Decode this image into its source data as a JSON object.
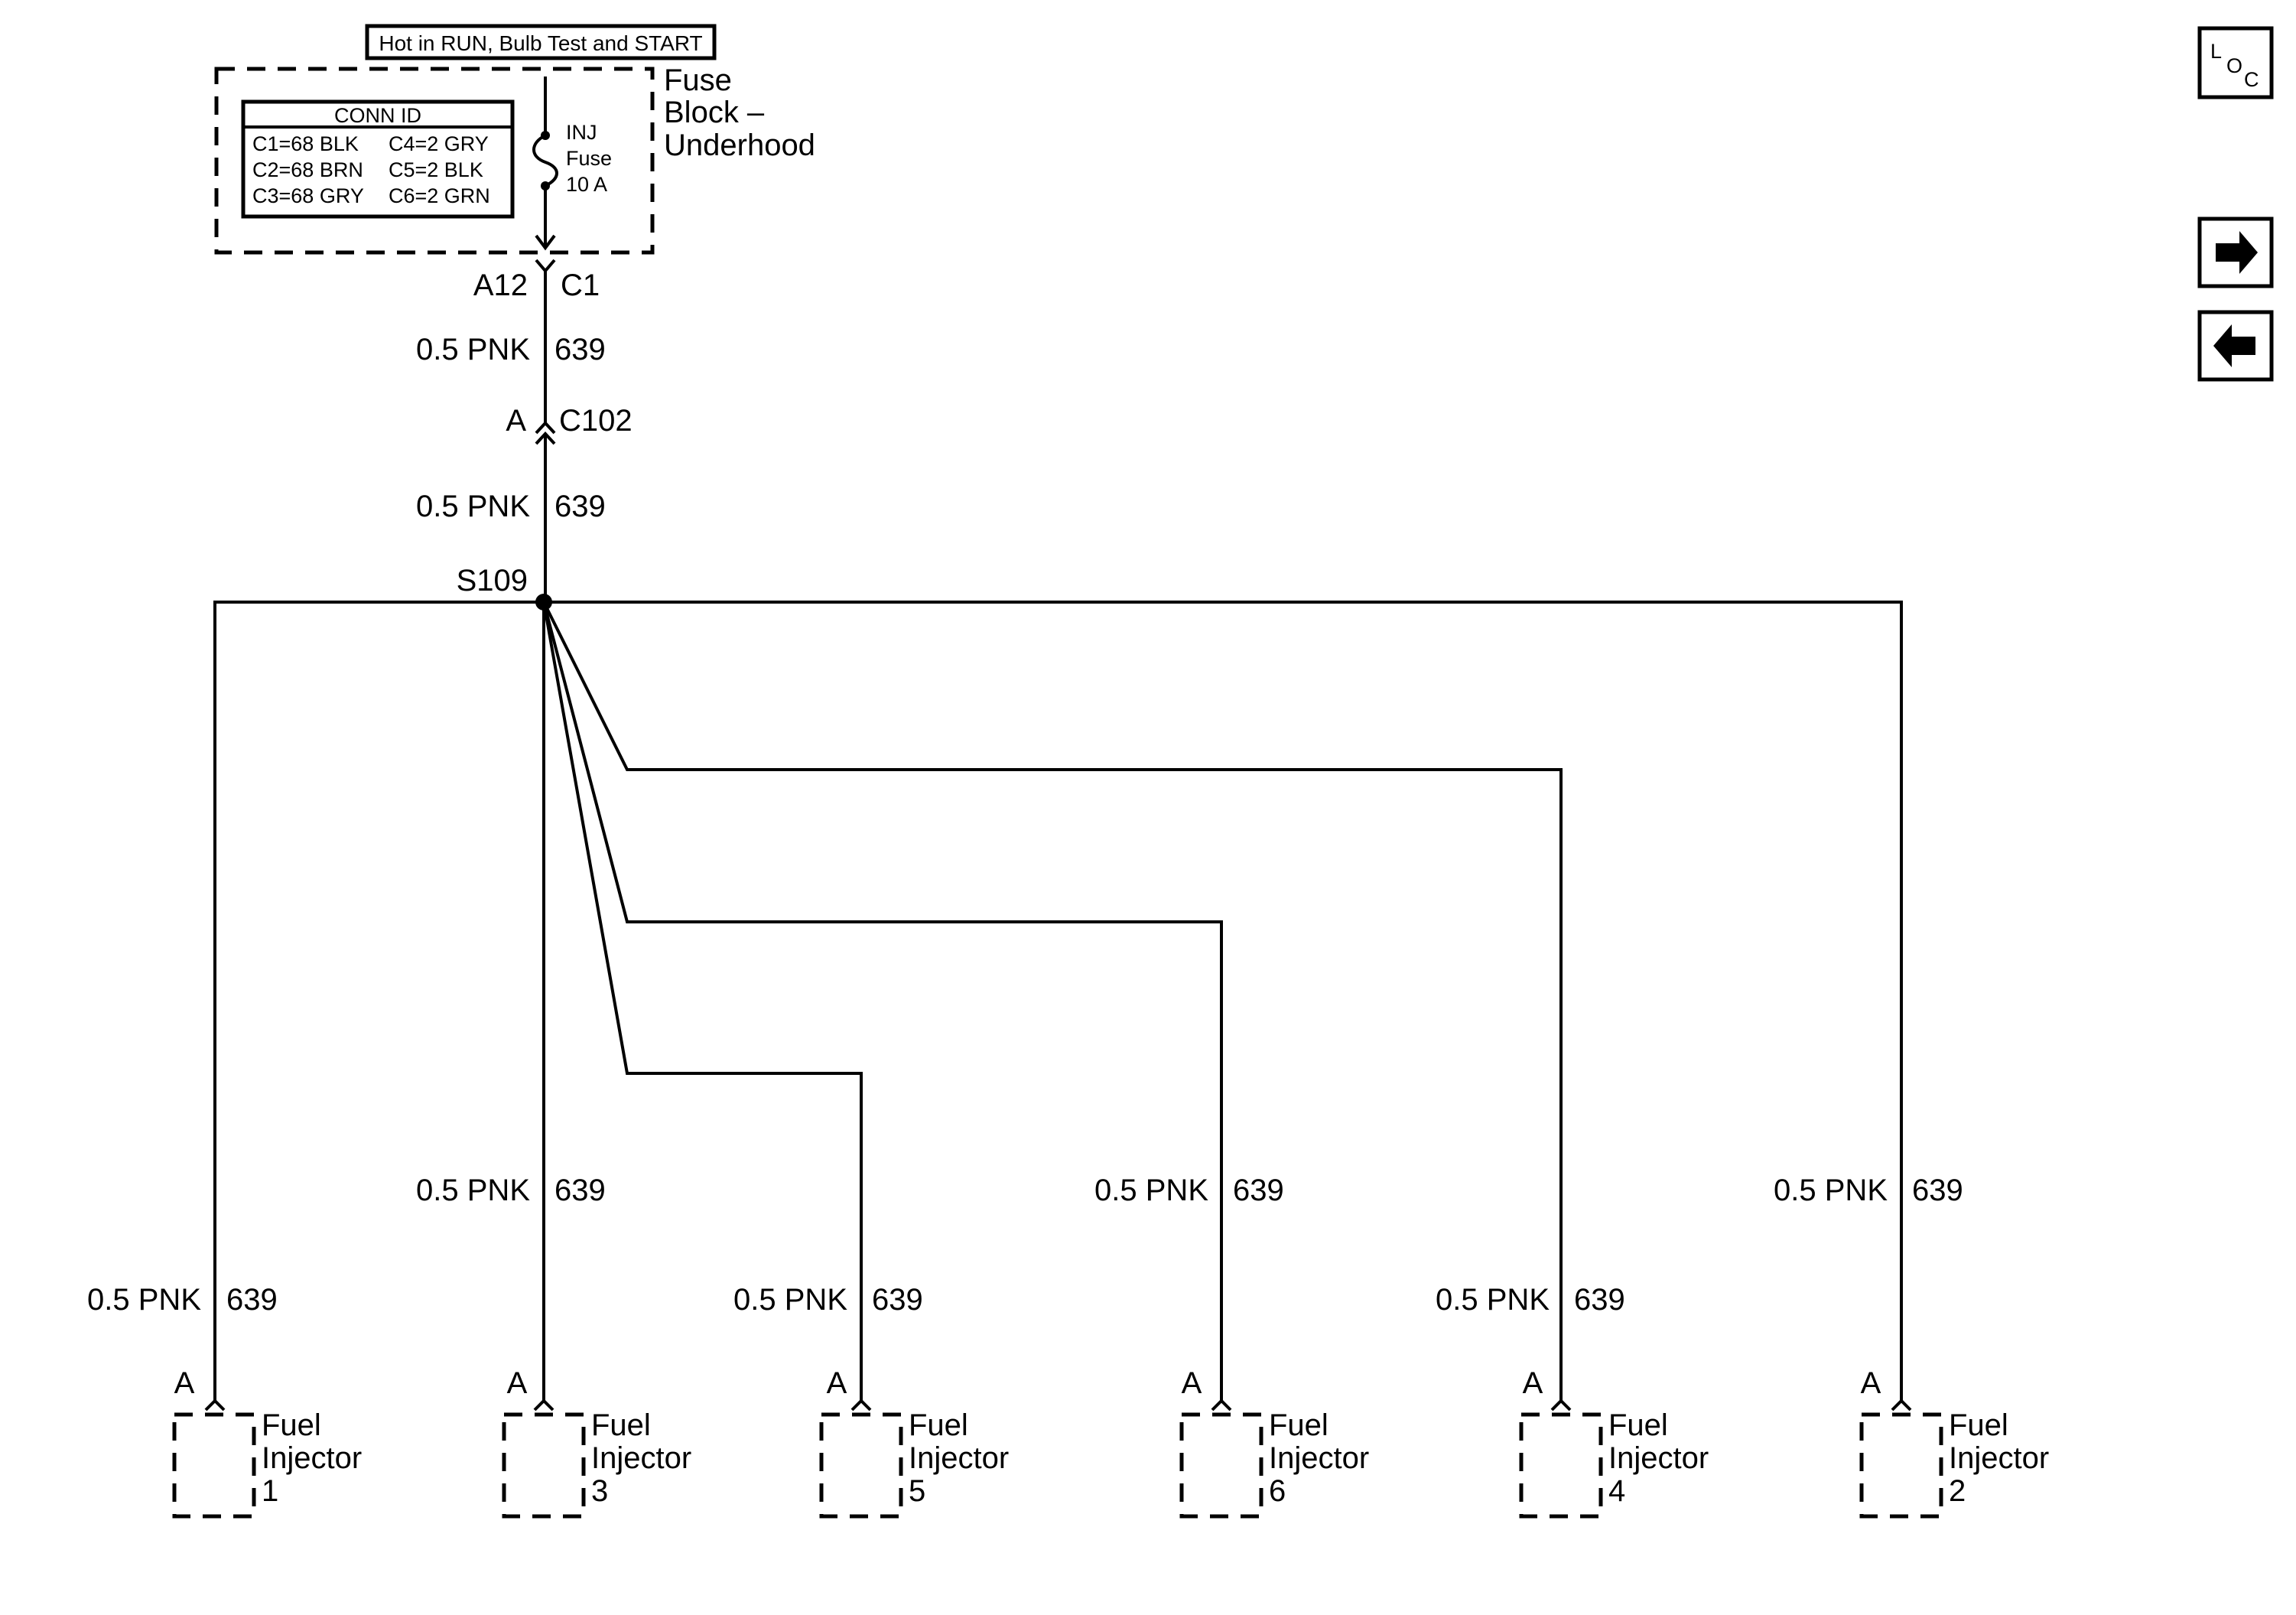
{
  "header": {
    "power_note": "Hot in RUN, Bulb Test and START"
  },
  "fuse_block": {
    "name_line1": "Fuse",
    "name_line2": "Block –",
    "name_line3": "Underhood",
    "conn_id": {
      "title": "CONN ID",
      "left_col": [
        "C1=68 BLK",
        "C2=68 BRN",
        "C3=68 GRY"
      ],
      "right_col": [
        "C4=2 GRY",
        "C5=2 BLK",
        "C6=2 GRN"
      ]
    },
    "fuse": {
      "line1": "INJ",
      "line2": "Fuse",
      "line3": "10 A"
    }
  },
  "connectors": {
    "fuse_pin": "A12",
    "fuse_conn": "C1",
    "inline_pin": "A",
    "inline_conn": "C102"
  },
  "wires": {
    "size_color": "0.5 PNK",
    "circuit": "639"
  },
  "splice": {
    "name": "S109"
  },
  "injectors": [
    {
      "label_line1": "Fuel",
      "label_line2": "Injector",
      "number": "1",
      "pin": "A"
    },
    {
      "label_line1": "Fuel",
      "label_line2": "Injector",
      "number": "3",
      "pin": "A"
    },
    {
      "label_line1": "Fuel",
      "label_line2": "Injector",
      "number": "5",
      "pin": "A"
    },
    {
      "label_line1": "Fuel",
      "label_line2": "Injector",
      "number": "6",
      "pin": "A"
    },
    {
      "label_line1": "Fuel",
      "label_line2": "Injector",
      "number": "4",
      "pin": "A"
    },
    {
      "label_line1": "Fuel",
      "label_line2": "Injector",
      "number": "2",
      "pin": "A"
    }
  ],
  "nav": {
    "loc_l": "L",
    "loc_o": "O",
    "loc_c": "C",
    "forward_icon": "arrow-right-icon",
    "back_icon": "arrow-left-icon"
  }
}
